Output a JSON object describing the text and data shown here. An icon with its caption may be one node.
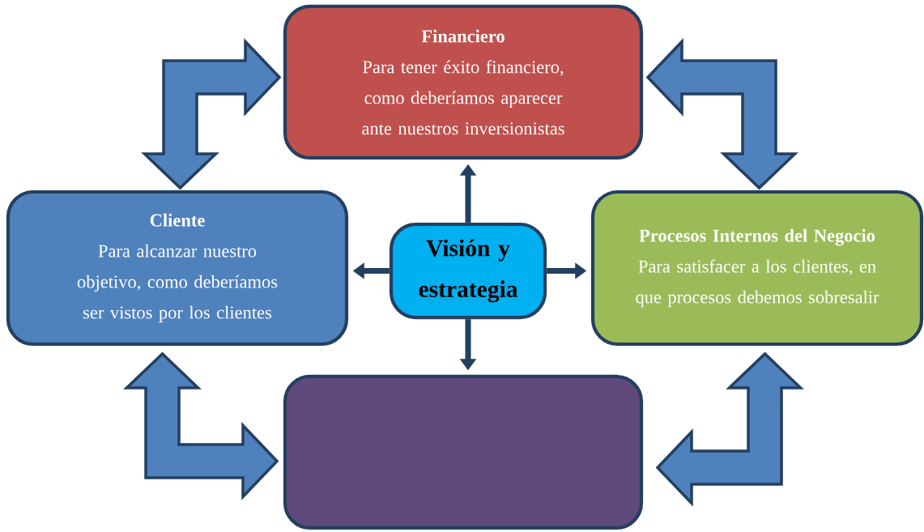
{
  "diagram": {
    "nodes": [
      {
        "text": [
          "Financiero",
          "Para tener éxito financiero, como deberíamos aparecer ante nuestros inversionistas"
        ]
      },
      {
        "text": [
          "Cliente",
          "Para alcanzar nuestro objetivo, como deberíamos ser vistos por los clientes"
        ]
      },
      {
        "text": [
          "Visión y estrategia"
        ]
      },
      {
        "text": [
          "Procesos Internos del Negocio",
          "Para satisfacer a los clientes, en que procesos debemos sobresalir"
        ]
      },
      {
        "text": [],
        "shape": "box"
      }
    ],
    "edges": [
      {
        "from": 2,
        "to": 0,
        "arrow": "to"
      },
      {
        "from": 2,
        "to": 1,
        "arrow": "to"
      },
      {
        "from": 2,
        "to": 3,
        "arrow": "to"
      },
      {
        "from": 2,
        "to": 4,
        "arrow": "to"
      },
      {
        "from": 0,
        "to": 1,
        "arrow": "both",
        "style": "thick"
      },
      {
        "from": 0,
        "to": 3,
        "arrow": "both",
        "style": "thick"
      },
      {
        "from": 1,
        "to": 4,
        "arrow": "both",
        "style": "thick"
      },
      {
        "from": 3,
        "to": 4,
        "arrow": "both",
        "style": "thick"
      }
    ]
  }
}
